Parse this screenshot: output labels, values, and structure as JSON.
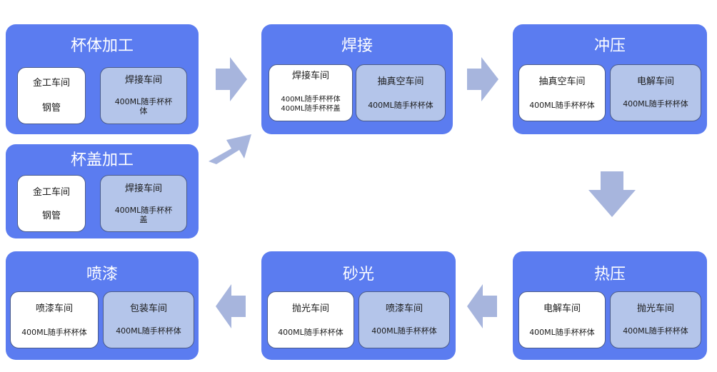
{
  "colors": {
    "stage_bg": "#5b7cf0",
    "card_white": "#ffffff",
    "card_light": "#b4c5ea",
    "arrow": "#a7b5dd"
  },
  "stages": {
    "cup_body": {
      "title": "杯体加工",
      "cards": [
        {
          "name": "金工车间",
          "detail": "钢管"
        },
        {
          "name": "焊接车间",
          "detail": "400ML随手杯杯体"
        }
      ]
    },
    "cup_lid": {
      "title": "杯盖加工",
      "cards": [
        {
          "name": "金工车间",
          "detail": "钢管"
        },
        {
          "name": "焊接车间",
          "detail": "400ML随手杯杯盖"
        }
      ]
    },
    "welding": {
      "title": "焊接",
      "cards": [
        {
          "name": "焊接车间",
          "detail": "400ML随手杯杯体",
          "detail2": "400ML随手杯杯盖"
        },
        {
          "name": "抽真空车间",
          "detail": "400ML随手杯杯体"
        }
      ]
    },
    "stamping": {
      "title": "冲压",
      "cards": [
        {
          "name": "抽真空车间",
          "detail": "400ML随手杯杯体"
        },
        {
          "name": "电解车间",
          "detail": "400ML随手杯杯体"
        }
      ]
    },
    "hot_press": {
      "title": "热压",
      "cards": [
        {
          "name": "电解车间",
          "detail": "400ML随手杯杯体"
        },
        {
          "name": "抛光车间",
          "detail": "400ML随手杯杯体"
        }
      ]
    },
    "sanding": {
      "title": "砂光",
      "cards": [
        {
          "name": "抛光车间",
          "detail": "400ML随手杯杯体"
        },
        {
          "name": "喷漆车间",
          "detail": "400ML随手杯杯体"
        }
      ]
    },
    "painting": {
      "title": "喷漆",
      "cards": [
        {
          "name": "喷漆车间",
          "detail": "400ML随手杯杯体"
        },
        {
          "name": "包装车间",
          "detail": "400ML随手杯杯体"
        }
      ]
    }
  }
}
